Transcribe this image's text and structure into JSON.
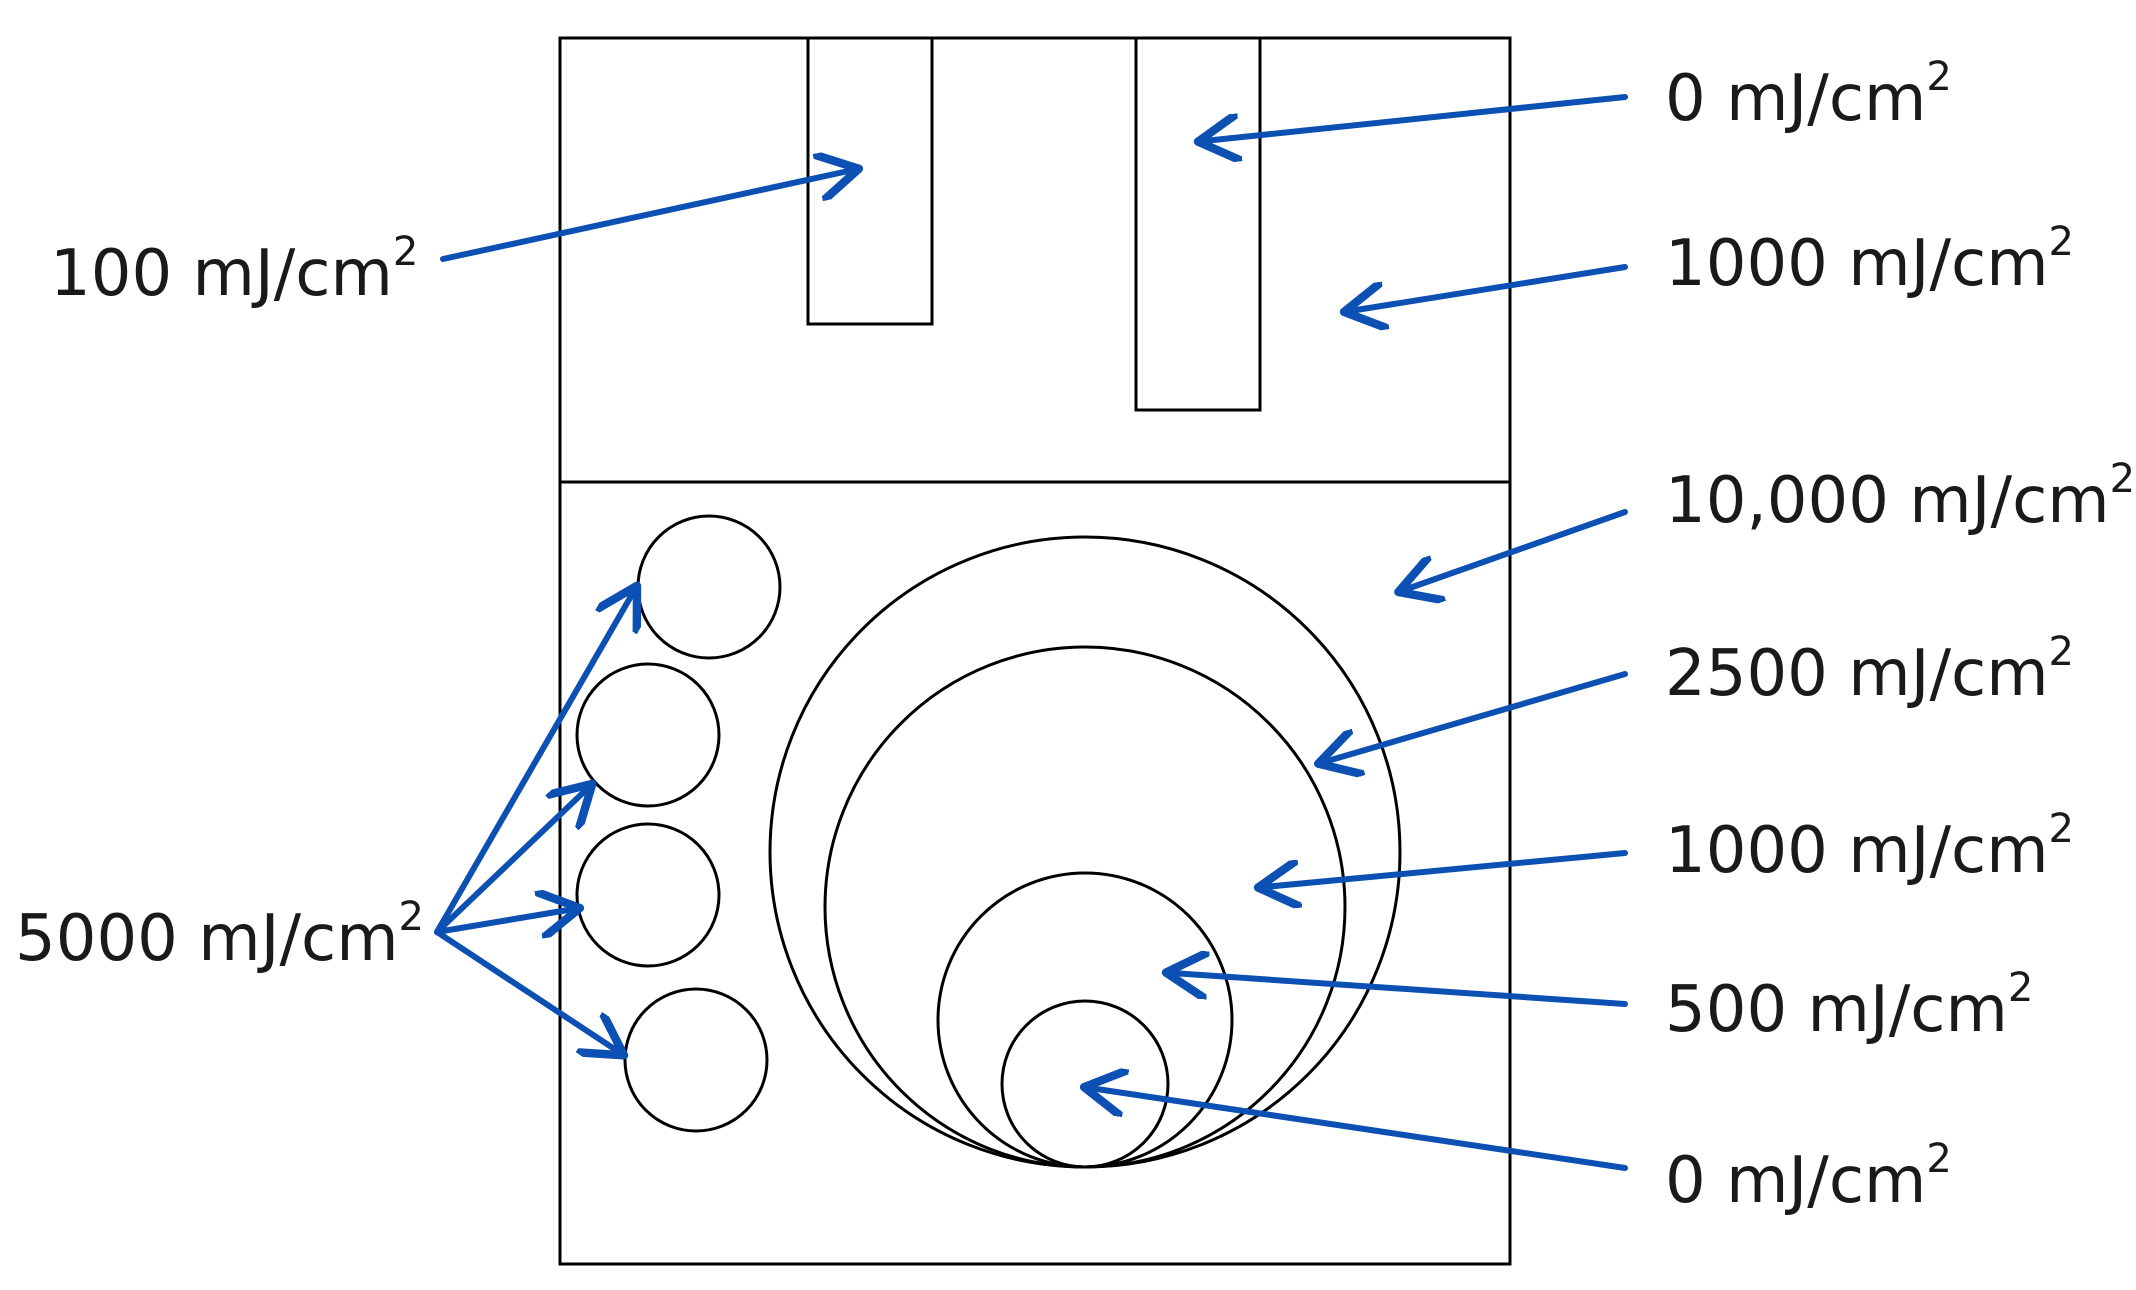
{
  "colors": {
    "outline": "#000000",
    "arrow": "#0b50b2",
    "text": "#1a1a1a",
    "background": "#ffffff"
  },
  "labels": {
    "top_zero": {
      "text": "0 mJ/cm",
      "sup": "2"
    },
    "top_1000": {
      "text": "1000 mJ/cm",
      "sup": "2"
    },
    "left_100": {
      "text": "100 mJ/cm",
      "sup": "2"
    },
    "right_10000": {
      "text": "10,000 mJ/cm",
      "sup": "2"
    },
    "right_2500": {
      "text": "2500 mJ/cm",
      "sup": "2"
    },
    "right_1000": {
      "text": "1000 mJ/cm",
      "sup": "2"
    },
    "right_500": {
      "text": "500 mJ/cm",
      "sup": "2"
    },
    "bottom_zero": {
      "text": "0 mJ/cm",
      "sup": "2"
    },
    "left_5000": {
      "text": "5000 mJ/cm",
      "sup": "2"
    }
  }
}
